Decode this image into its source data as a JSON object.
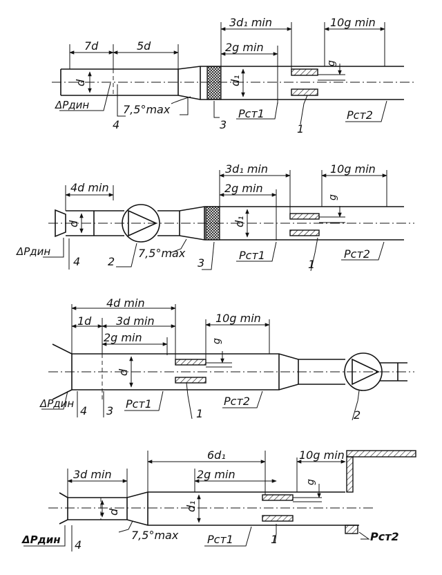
{
  "diagrams": [
    {
      "labels": {
        "dim_7d": "7d",
        "dim_5d": "5d",
        "dim_3d1": "3d₁ min",
        "dim_2g": "2g min",
        "dim_10g": "10g min",
        "d": "d",
        "d1": "d₁",
        "g": "g",
        "dp": "ΔPдин",
        "n4": "4",
        "angle": "7,5°max",
        "n3": "3",
        "pst1": "Pст1",
        "n1": "1",
        "pst2": "Pст2"
      }
    },
    {
      "labels": {
        "dim_4d": "4d min",
        "dim_3d1": "3d₁ min",
        "dim_2g": "2g min",
        "dim_10g": "10g min",
        "d": "d",
        "d1": "d₁",
        "g": "g",
        "dp": "ΔPдин",
        "n4": "4",
        "n2": "2",
        "angle": "7,5°max",
        "n3": "3",
        "pst1": "Pст1",
        "n1": "1",
        "pst2": "Pст2"
      }
    },
    {
      "labels": {
        "dim_4d": "4d min",
        "dim_1d": "1d",
        "dim_3d": "3d min",
        "dim_2g": "2g min",
        "dim_10g": "10g min",
        "d": "d",
        "g": "g",
        "dp": "ΔPдин",
        "n4": "4",
        "n3": "3",
        "pst1": "Pст1",
        "n1": "1",
        "pst2": "Pст2",
        "n2": "2"
      }
    },
    {
      "labels": {
        "dim_3d": "3d min",
        "dim_6d1": "6d₁",
        "dim_2g": "2g min",
        "dim_10g": "10g min",
        "d": "d",
        "d1": "d₁",
        "g": "g",
        "dp": "ΔPдин",
        "n4": "4",
        "angle": "7,5°max",
        "pst1": "Pст1",
        "n1": "1",
        "pst2": "Pст2"
      }
    }
  ]
}
